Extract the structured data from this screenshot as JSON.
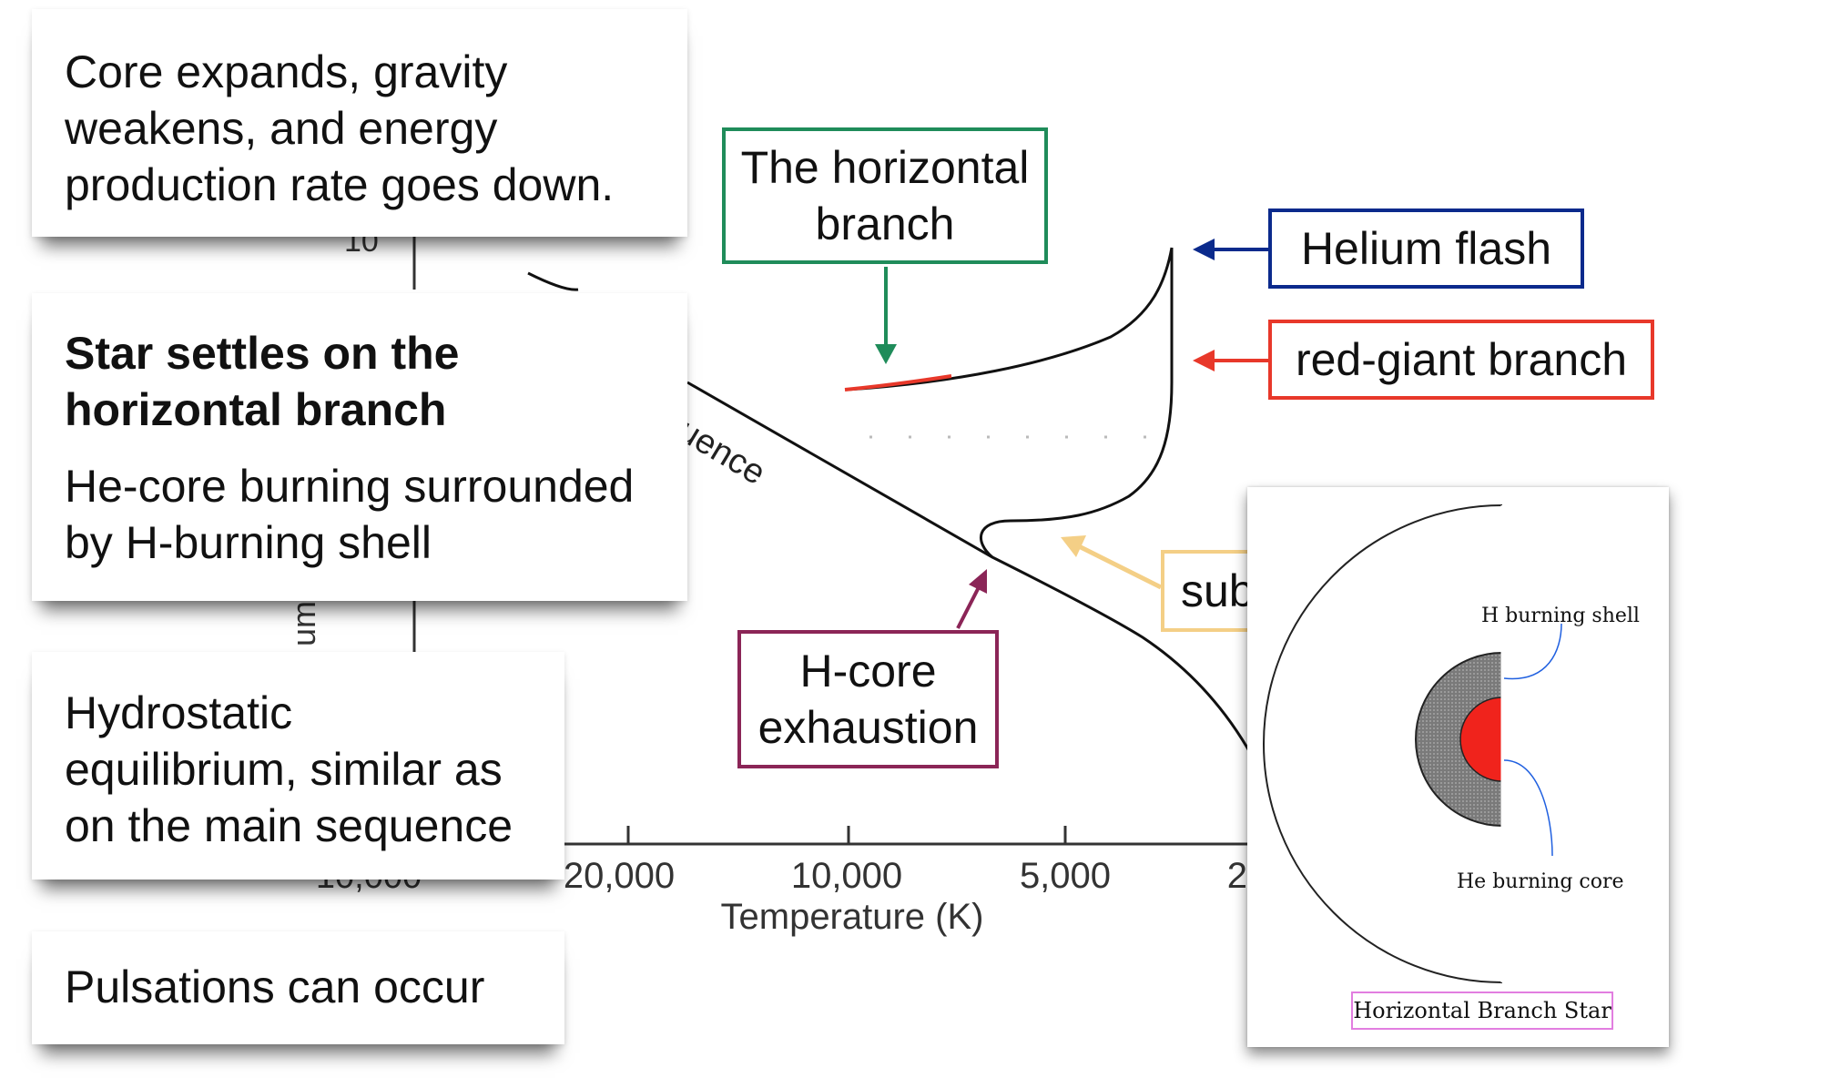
{
  "colors": {
    "green": "#1f8c5a",
    "blue": "#0b2a8c",
    "red": "#e8382a",
    "maroon": "#8b2557",
    "yellow": "#f4cf86",
    "pink_box": "#e27ee0",
    "track": "#000000"
  },
  "cards": {
    "core_expands": "Core expands, gravity weakens, and energy production rate goes down.",
    "settles_title": "Star settles on the horizontal branch",
    "settles_body": "He-core burning surrounded by H-burning shell",
    "hydrostatic": "Hydrostatic equilibrium, similar as on the main sequence",
    "pulsations": "Pulsations can occur"
  },
  "labels": {
    "horizontal_branch": "The horizontal branch",
    "helium_flash": "Helium flash",
    "red_giant_branch": "red-giant branch",
    "h_core_exhaustion": "H-core exhaustion",
    "subgiant_partial": "sub"
  },
  "chart_data": {
    "type": "line",
    "xlabel": "Temperature (K)",
    "x_ticks": [
      "20,000",
      "10,000",
      "5,000",
      "2"
    ],
    "y_ticks_partial": [
      "10",
      "10,000"
    ],
    "ylabel_partial": "um",
    "main_sequence_label": "uence"
  },
  "inset": {
    "h_shell_label": "H burning shell",
    "he_core_label": "He burning core",
    "caption": "Horizontal Branch Star"
  }
}
